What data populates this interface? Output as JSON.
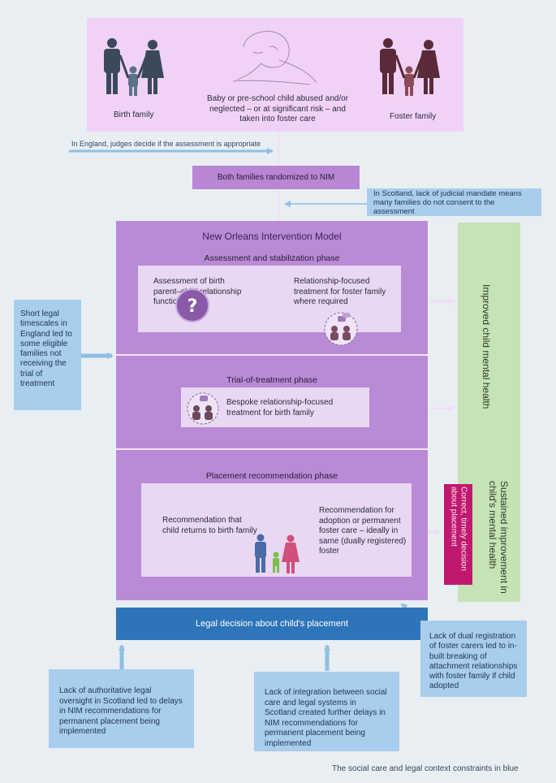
{
  "top": {
    "birth_family_label": "Birth family",
    "child_text": "Baby or pre-school child abused and/or neglected – or at significant risk – and taken into foster care",
    "foster_family_label": "Foster family"
  },
  "constraints": {
    "england_judges": "In England, judges decide if the assessment is appropriate",
    "scotland_mandate": "In Scotland, lack of judicial mandate means many families do not consent to the assessment",
    "short_timescales": "Short legal timescales in England led to some eligible families not receiving the trial of treatment",
    "dual_registration": "Lack of dual registration of foster carers led to in-built breaking of attachment relationships with foster family if child adopted",
    "legal_oversight": "Lack of authoritative legal oversight in Scotland led to delays in NIM recommendations for permanent placement being implemented",
    "integration": "Lack of integration between social care and legal systems in Scotland created further delays in NIM recommendations for permanent placement being implemented"
  },
  "randomized_label": "Both families randomized to NIM",
  "nim": {
    "title": "New Orleans Intervention Model",
    "phase1": {
      "title": "Assessment and stabilization phase",
      "left": "Assessment of birth parent–child relationship functioning",
      "right": "Relationship-focused treatment for foster family where required"
    },
    "phase2": {
      "title": "Trial-of-treatment phase",
      "text": "Bespoke relationship-focused treatment for birth family"
    },
    "phase3": {
      "title": "Placement recommendation phase",
      "left": "Recommendation that child returns to birth family",
      "right": "Recommendation for adoption or permanent foster care – ideally in same (dually registered) foster"
    }
  },
  "outcomes": {
    "improved": "Improved child mental health",
    "sustained": "Sustained improvement in child's mental health",
    "decision": "Correct, timely decision about placement"
  },
  "legal_decision": "Legal decision about child's placement",
  "caption": "The social care and legal context constraints in blue",
  "colors": {
    "birth_family": "#3a4a5a",
    "foster_family": "#5a2a38",
    "nim_purple": "#b98ad6",
    "outcome_green": "#c6e3b5",
    "decision_magenta": "#c0186e",
    "legal_blue": "#2e74b8",
    "constraint_blue": "#a9cdec"
  }
}
